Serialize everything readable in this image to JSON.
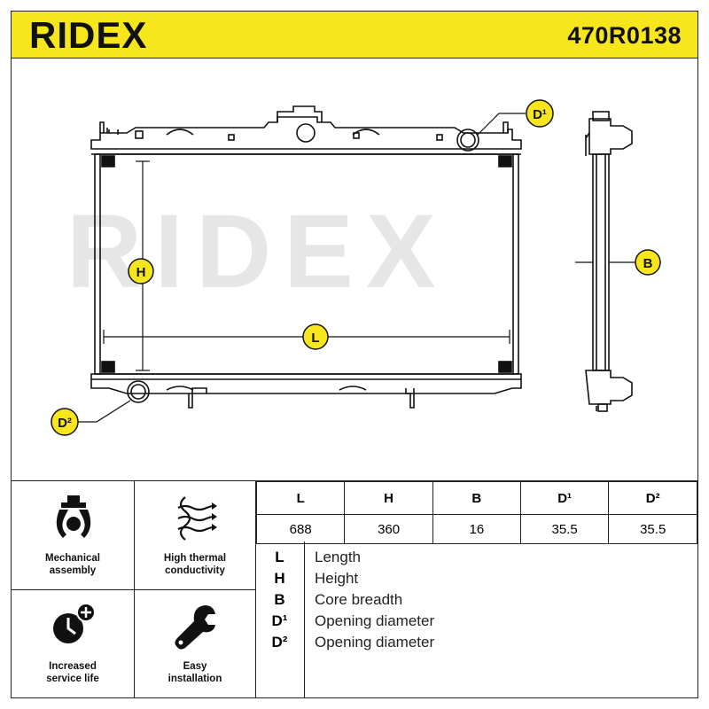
{
  "header": {
    "brand": "RIDEX",
    "part_number": "470R0138"
  },
  "drawing": {
    "watermark": "RIDEX",
    "markers": {
      "h": "H",
      "l": "L",
      "b": "B",
      "d1": "D¹",
      "d2": "D²"
    }
  },
  "features": [
    {
      "label_line1": "Mechanical",
      "label_line2": "assembly",
      "icon": "claw-icon"
    },
    {
      "label_line1": "High thermal",
      "label_line2": "conductivity",
      "icon": "heat-waves-icon"
    },
    {
      "label_line1": "Increased",
      "label_line2": "service life",
      "icon": "clock-plus-icon"
    },
    {
      "label_line1": "Easy",
      "label_line2": "installation",
      "icon": "wrench-icon"
    }
  ],
  "specs": {
    "headers": [
      "L",
      "H",
      "B",
      "D¹",
      "D²"
    ],
    "values": [
      "688",
      "360",
      "16",
      "35.5",
      "35.5"
    ]
  },
  "legend": [
    {
      "key": "L",
      "desc": "Length"
    },
    {
      "key": "H",
      "desc": "Height"
    },
    {
      "key": "B",
      "desc": "Core breadth"
    },
    {
      "key": "D¹",
      "desc": "Opening diameter"
    },
    {
      "key": "D²",
      "desc": "Opening diameter"
    }
  ],
  "colors": {
    "accent": "#f7e61c",
    "ink": "#111111",
    "watermark": "#e6e6e6"
  }
}
